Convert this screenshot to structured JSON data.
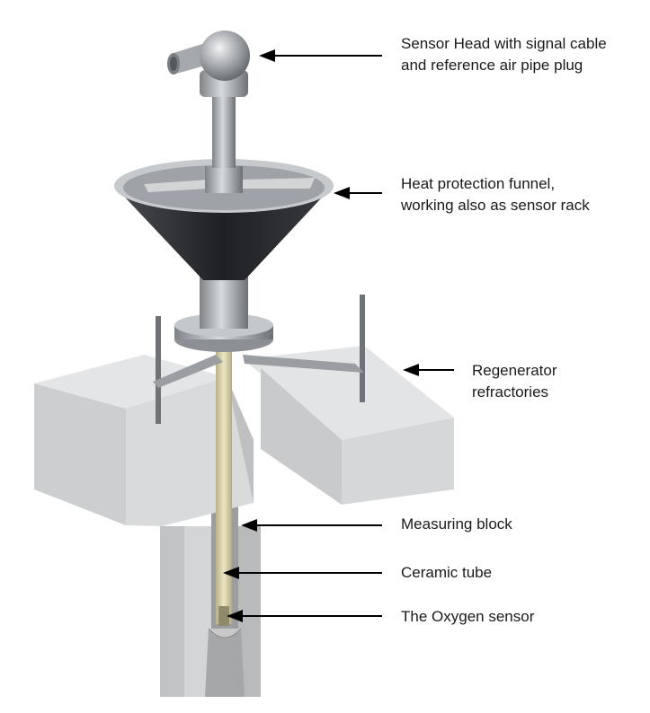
{
  "callouts": {
    "sensor_head": {
      "line1": "Sensor Head with signal cable",
      "line2": "and reference air pipe plug"
    },
    "funnel": {
      "line1": "Heat protection funnel,",
      "line2": "working also as sensor rack"
    },
    "refractories": {
      "line1": "Regenerator",
      "line2": "refractories"
    },
    "measuring_block": {
      "text": "Measuring block"
    },
    "ceramic_tube": {
      "text": "Ceramic tube"
    },
    "oxygen_sensor": {
      "text": "The Oxygen sensor"
    }
  },
  "colors": {
    "concrete": "#d9dadb",
    "concrete_dark": "#b8b9ba",
    "metal": "#a9adb1",
    "funnel_dark": "#2e2f33",
    "tube": "#d8d2a8"
  }
}
